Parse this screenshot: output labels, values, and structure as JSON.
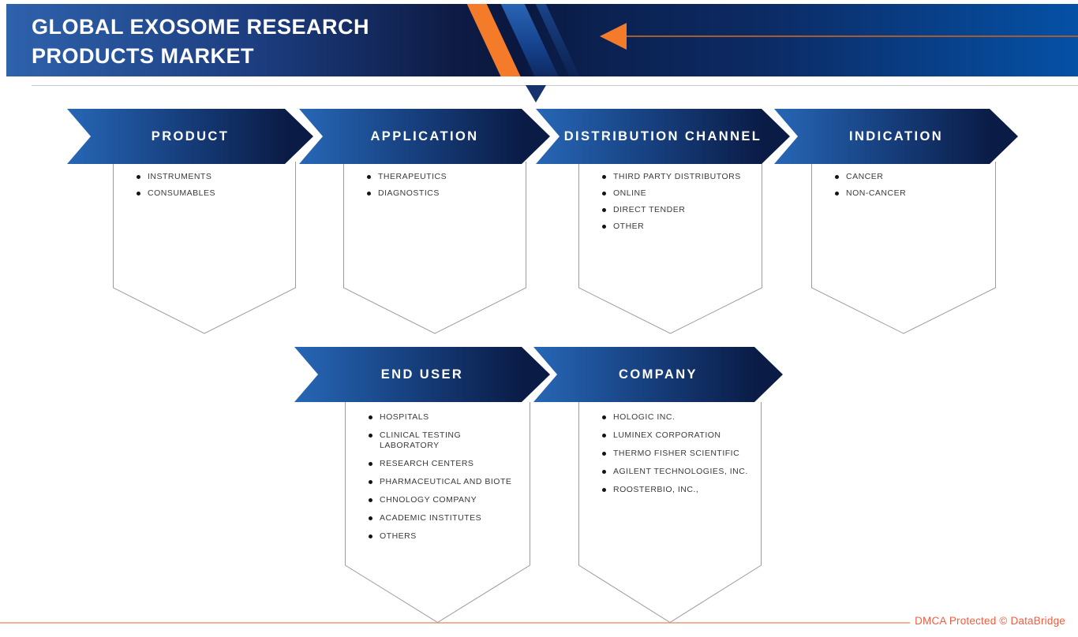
{
  "header": {
    "title_line1": "GLOBAL EXOSOME RESEARCH",
    "title_line2": "PRODUCTS MARKET"
  },
  "segments": [
    {
      "label": "PRODUCT",
      "items": [
        "INSTRUMENTS",
        "CONSUMABLES"
      ]
    },
    {
      "label": "APPLICATION",
      "items": [
        "THERAPEUTICS",
        "DIAGNOSTICS"
      ]
    },
    {
      "label": "DISTRIBUTION CHANNEL",
      "items": [
        "THIRD PARTY DISTRIBUTORS",
        "ONLINE",
        "DIRECT TENDER",
        "OTHER"
      ]
    },
    {
      "label": "INDICATION",
      "items": [
        "CANCER",
        "NON-CANCER"
      ]
    },
    {
      "label": "END USER",
      "items": [
        "HOSPITALS",
        "CLINICAL TESTING LABORATORY",
        "RESEARCH CENTERS",
        "PHARMACEUTICAL AND BIOTE",
        "CHNOLOGY COMPANY",
        "ACADEMIC INSTITUTES",
        "OTHERS"
      ]
    },
    {
      "label": "COMPANY",
      "items": [
        "HOLOGIC INC.",
        "LUMINEX CORPORATION",
        "THERMO FISHER SCIENTIFIC",
        "AGILENT TECHNOLOGIES, INC.",
        "ROOSTERBIO, INC.,"
      ]
    }
  ],
  "footer": {
    "dmca_text": "DMCA Protected © DataBridge"
  },
  "colors": {
    "banner_blue_left": "#2e62ac",
    "banner_navy": "#0e1b44",
    "banner_blue_right": "#0551a6",
    "accent_orange": "#f47b2a",
    "arrow_gradient_start": "#2767b6",
    "arrow_gradient_end": "#0a1b45",
    "panel_border": "#9b9b9b",
    "bullet_text": "#3a3a3a",
    "footer_text_orange": "#f25c3e",
    "footer_line_salmon": "#f2b295"
  }
}
